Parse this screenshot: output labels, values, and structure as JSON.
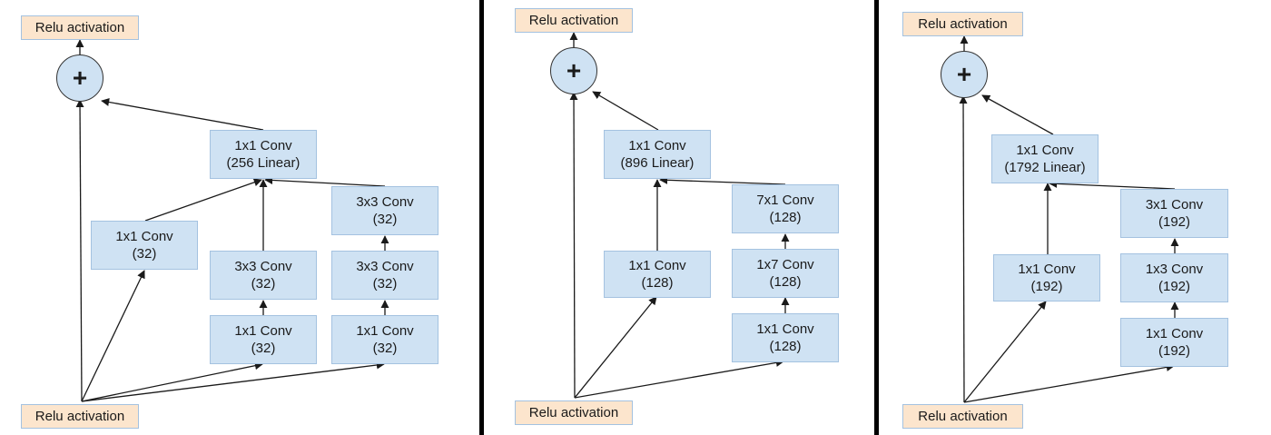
{
  "panels": [
    {
      "output": "Relu activation",
      "input": "Relu activation",
      "sum_symbol": "+",
      "final_conv": {
        "line1": "1x1 Conv",
        "line2": "(256 Linear)"
      },
      "branch_a": {
        "line1": "1x1 Conv",
        "line2": "(32)"
      },
      "branch_b": [
        {
          "line1": "3x3 Conv",
          "line2": "(32)"
        },
        {
          "line1": "1x1 Conv",
          "line2": "(32)"
        }
      ],
      "branch_c": [
        {
          "line1": "3x3 Conv",
          "line2": "(32)"
        },
        {
          "line1": "3x3 Conv",
          "line2": "(32)"
        },
        {
          "line1": "1x1 Conv",
          "line2": "(32)"
        }
      ]
    },
    {
      "output": "Relu activation",
      "input": "Relu activation",
      "sum_symbol": "+",
      "final_conv": {
        "line1": "1x1 Conv",
        "line2": "(896 Linear)"
      },
      "branch_a": {
        "line1": "1x1 Conv",
        "line2": "(128)"
      },
      "branch_b": [
        {
          "line1": "7x1 Conv",
          "line2": "(128)"
        },
        {
          "line1": "1x7 Conv",
          "line2": "(128)"
        },
        {
          "line1": "1x1 Conv",
          "line2": "(128)"
        }
      ]
    },
    {
      "output": "Relu activation",
      "input": "Relu activation",
      "sum_symbol": "+",
      "final_conv": {
        "line1": "1x1 Conv",
        "line2": "(1792 Linear)"
      },
      "branch_a": {
        "line1": "1x1 Conv",
        "line2": "(192)"
      },
      "branch_b": [
        {
          "line1": "3x1 Conv",
          "line2": "(192)"
        },
        {
          "line1": "1x3 Conv",
          "line2": "(192)"
        },
        {
          "line1": "1x1 Conv",
          "line2": "(192)"
        }
      ]
    }
  ]
}
